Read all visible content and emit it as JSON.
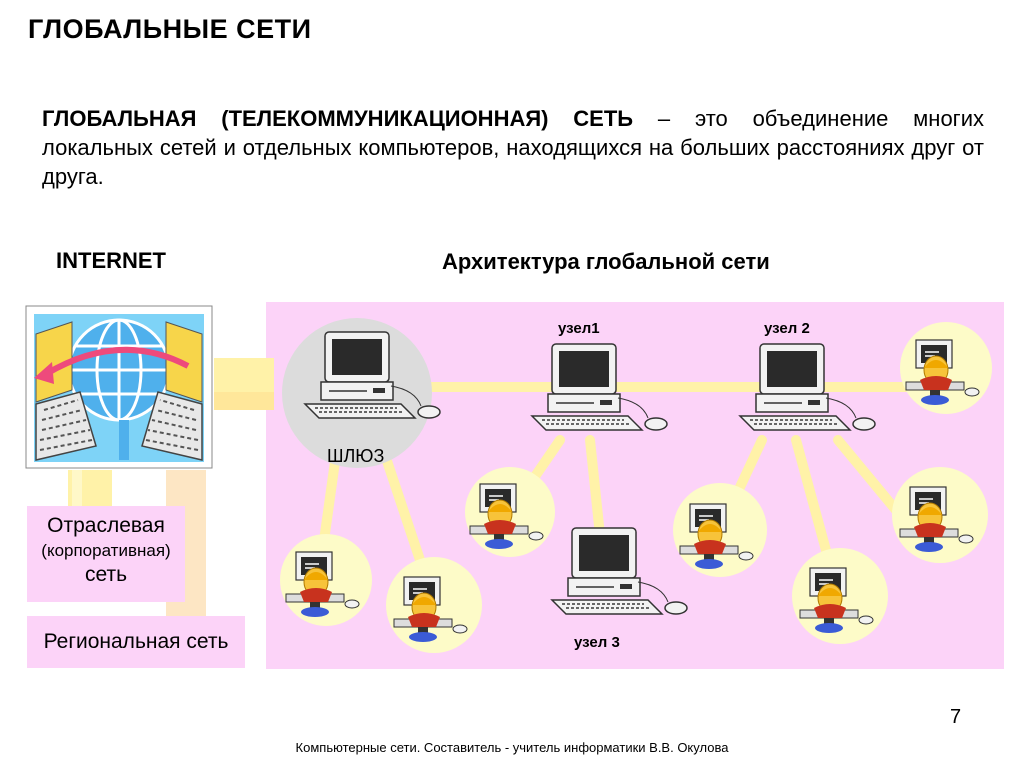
{
  "title": "ГЛОБАЛЬНЫЕ СЕТИ",
  "definition": {
    "term": "ГЛОБАЛЬНАЯ (ТЕЛЕКОММУНИКАЦИОННАЯ) СЕТЬ",
    "text": " – это объединение многих локальных сетей и отдельных компьютеров, находящихся на больших расстояниях друг от друга."
  },
  "internet_label": "INTERNET",
  "architecture_title": "Архитектура глобальной сети",
  "gateway_label": "ШЛЮЗ",
  "nodes": {
    "node1": "узел1",
    "node2": "узел 2",
    "node3": "узел 3"
  },
  "sector_network": {
    "line1": "Отраслевая",
    "line2": "(корпоративная)",
    "line3": "сеть"
  },
  "regional_network": "Региональная сеть",
  "page_number": "7",
  "footer": "Компьютерные сети. Составитель - учитель информатики В.В. Окулова",
  "colors": {
    "panel": "#fcd3f8",
    "connector": "#fff2a8",
    "user_circle": "#fdfbc8",
    "gateway_circle": "#dcdcdc",
    "globe": "#4fb0ec"
  }
}
